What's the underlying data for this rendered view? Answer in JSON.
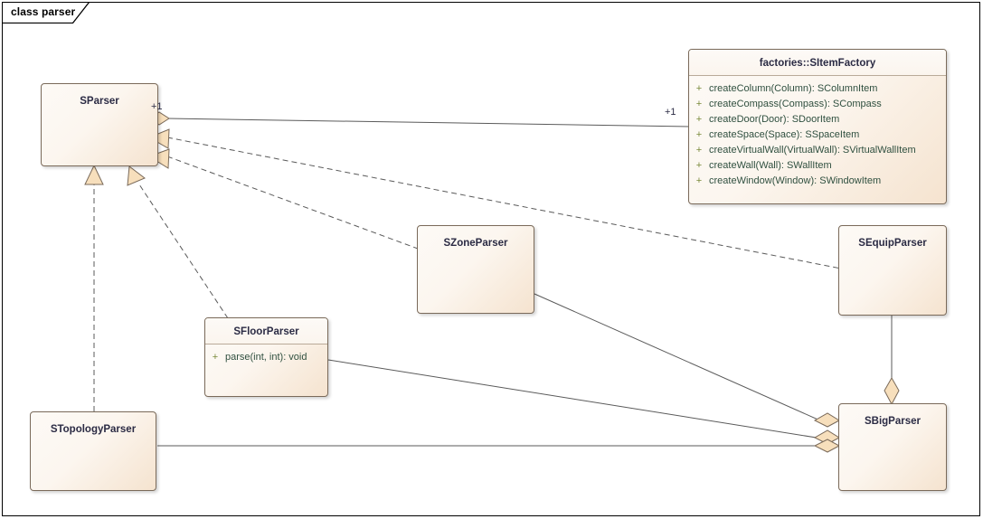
{
  "frame": {
    "tab_label": "class parser"
  },
  "classes": [
    {
      "id": "sparser",
      "name": "SParser",
      "members": []
    },
    {
      "id": "sitemfactory",
      "name": "factories::SItemFactory",
      "members": [
        {
          "visibility": "+",
          "signature": "createColumn(Column): SColumnItem"
        },
        {
          "visibility": "+",
          "signature": "createCompass(Compass): SCompass"
        },
        {
          "visibility": "+",
          "signature": "createDoor(Door): SDoorItem"
        },
        {
          "visibility": "+",
          "signature": "createSpace(Space): SSpaceItem"
        },
        {
          "visibility": "+",
          "signature": "createVirtualWall(VirtualWall): SVirtualWallItem"
        },
        {
          "visibility": "+",
          "signature": "createWall(Wall): SWallItem"
        },
        {
          "visibility": "+",
          "signature": "createWindow(Window): SWindowItem"
        }
      ]
    },
    {
      "id": "szoneparser",
      "name": "SZoneParser",
      "members": []
    },
    {
      "id": "sequipparser",
      "name": "SEquipParser",
      "members": []
    },
    {
      "id": "sfloorparser",
      "name": "SFloorParser",
      "members": [
        {
          "visibility": "+",
          "signature": "parse(int, int): void"
        }
      ]
    },
    {
      "id": "stopologyparser",
      "name": "STopologyParser",
      "members": []
    },
    {
      "id": "sbigparser",
      "name": "SBigParser",
      "members": []
    }
  ],
  "edge_labels": {
    "sparser_multiplicity": "+1",
    "sitemfactory_multiplicity": "+1"
  },
  "colors": {
    "box_border": "#7a6a5a",
    "box_fill_light": "#fdfaf6",
    "box_fill_dark": "#f5e3cf",
    "shape_fill": "#f7dfbc",
    "line": "#5a5a5a",
    "title_text": "#2b2b44",
    "member_text": "#2f4f3f",
    "visibility_text": "#7a8a3a"
  }
}
